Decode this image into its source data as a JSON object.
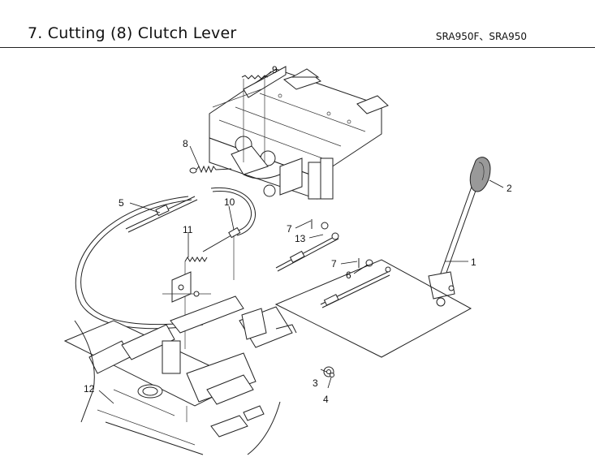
{
  "header": {
    "title": "7. Cutting (8) Clutch Lever",
    "models": "SRA950F、SRA950"
  },
  "callouts": [
    "1",
    "2",
    "3",
    "4",
    "5",
    "6",
    "7",
    "7",
    "8",
    "9",
    "10",
    "11",
    "12",
    "13"
  ]
}
